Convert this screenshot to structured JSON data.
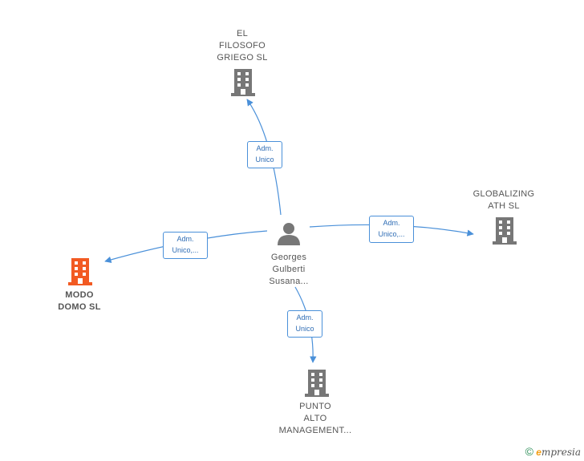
{
  "center": {
    "label": "Georges\nGulberti\nSusana..."
  },
  "companies": [
    {
      "id": "el-filosofo",
      "label": "EL\nFILOSOFO\nGRIEGO  SL",
      "color": "#777777"
    },
    {
      "id": "globalizing",
      "label": "GLOBALIZING\nATH  SL",
      "color": "#777777"
    },
    {
      "id": "modo-domo",
      "label": "MODO\nDOMO  SL",
      "color": "#f25a22"
    },
    {
      "id": "punto-alto",
      "label": "PUNTO\nALTO\nMANAGEMENT...",
      "color": "#777777"
    }
  ],
  "edges": [
    {
      "to": "el-filosofo",
      "label": "Adm.\nUnico"
    },
    {
      "to": "globalizing",
      "label": "Adm.\nUnico,..."
    },
    {
      "to": "modo-domo",
      "label": "Adm.\nUnico,..."
    },
    {
      "to": "punto-alto",
      "label": "Adm.\nUnico"
    }
  ],
  "colors": {
    "edge": "#4a90d9",
    "person": "#777777"
  },
  "footer": {
    "copyright": "©",
    "brand_initial": "e",
    "brand": "mpresia"
  }
}
